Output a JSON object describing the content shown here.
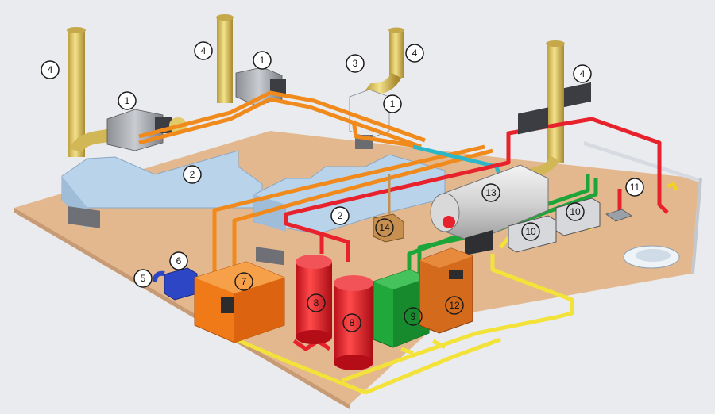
{
  "callouts": {
    "c1a": "1",
    "c1b": "1",
    "c1c": "1",
    "c2a": "2",
    "c2b": "2",
    "c3": "3",
    "c4a": "4",
    "c4b": "4",
    "c4c": "4",
    "c4d": "4",
    "c5": "5",
    "c6": "6",
    "c7": "7",
    "c8a": "8",
    "c8b": "8",
    "c9": "9",
    "c10a": "10",
    "c10b": "10",
    "c11": "11",
    "c12": "12",
    "c13": "13",
    "c14": "14"
  },
  "colors": {
    "floor": "#e3b88f",
    "duct": "#b9d3ea",
    "orange_pipe": "#f08a1c",
    "red_pipe": "#e8222c",
    "green_pipe": "#1ea53a",
    "yellow_pipe": "#f2e23a",
    "cyan_pipe": "#2bb7c9",
    "chimney": "#e2c96a"
  }
}
